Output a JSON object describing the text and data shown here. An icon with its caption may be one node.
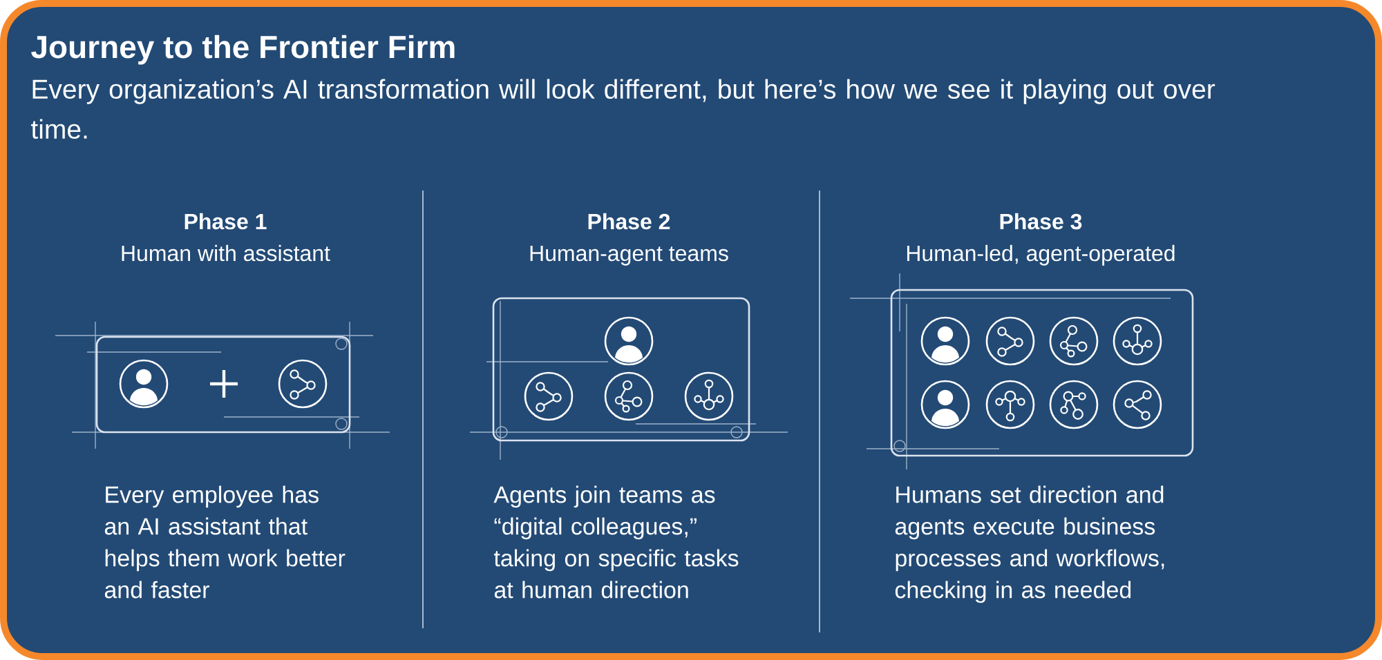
{
  "diagram": {
    "title": "Journey to the Frontier Firm",
    "nodes": [
      {
        "text": [
          "Phase 1",
          "Human with assistant"
        ],
        "beside": [
          "Every employee has an AI assistant that helps them work better and faster"
        ]
      },
      {
        "text": [
          "Phase 2",
          "Human-agent teams"
        ],
        "beside": [
          "Agents join teams as “digital colleagues,” taking on specific tasks at human direction"
        ]
      },
      {
        "text": [
          "Phase 3",
          "Human-led, agent-operated"
        ],
        "beside": [
          "Humans set direction and agents execute business processes and workflows, checking in as needed"
        ]
      }
    ],
    "labels": [
      "Every organization’s AI transformation will look different, but here’s how we see it playing out over time."
    ]
  }
}
